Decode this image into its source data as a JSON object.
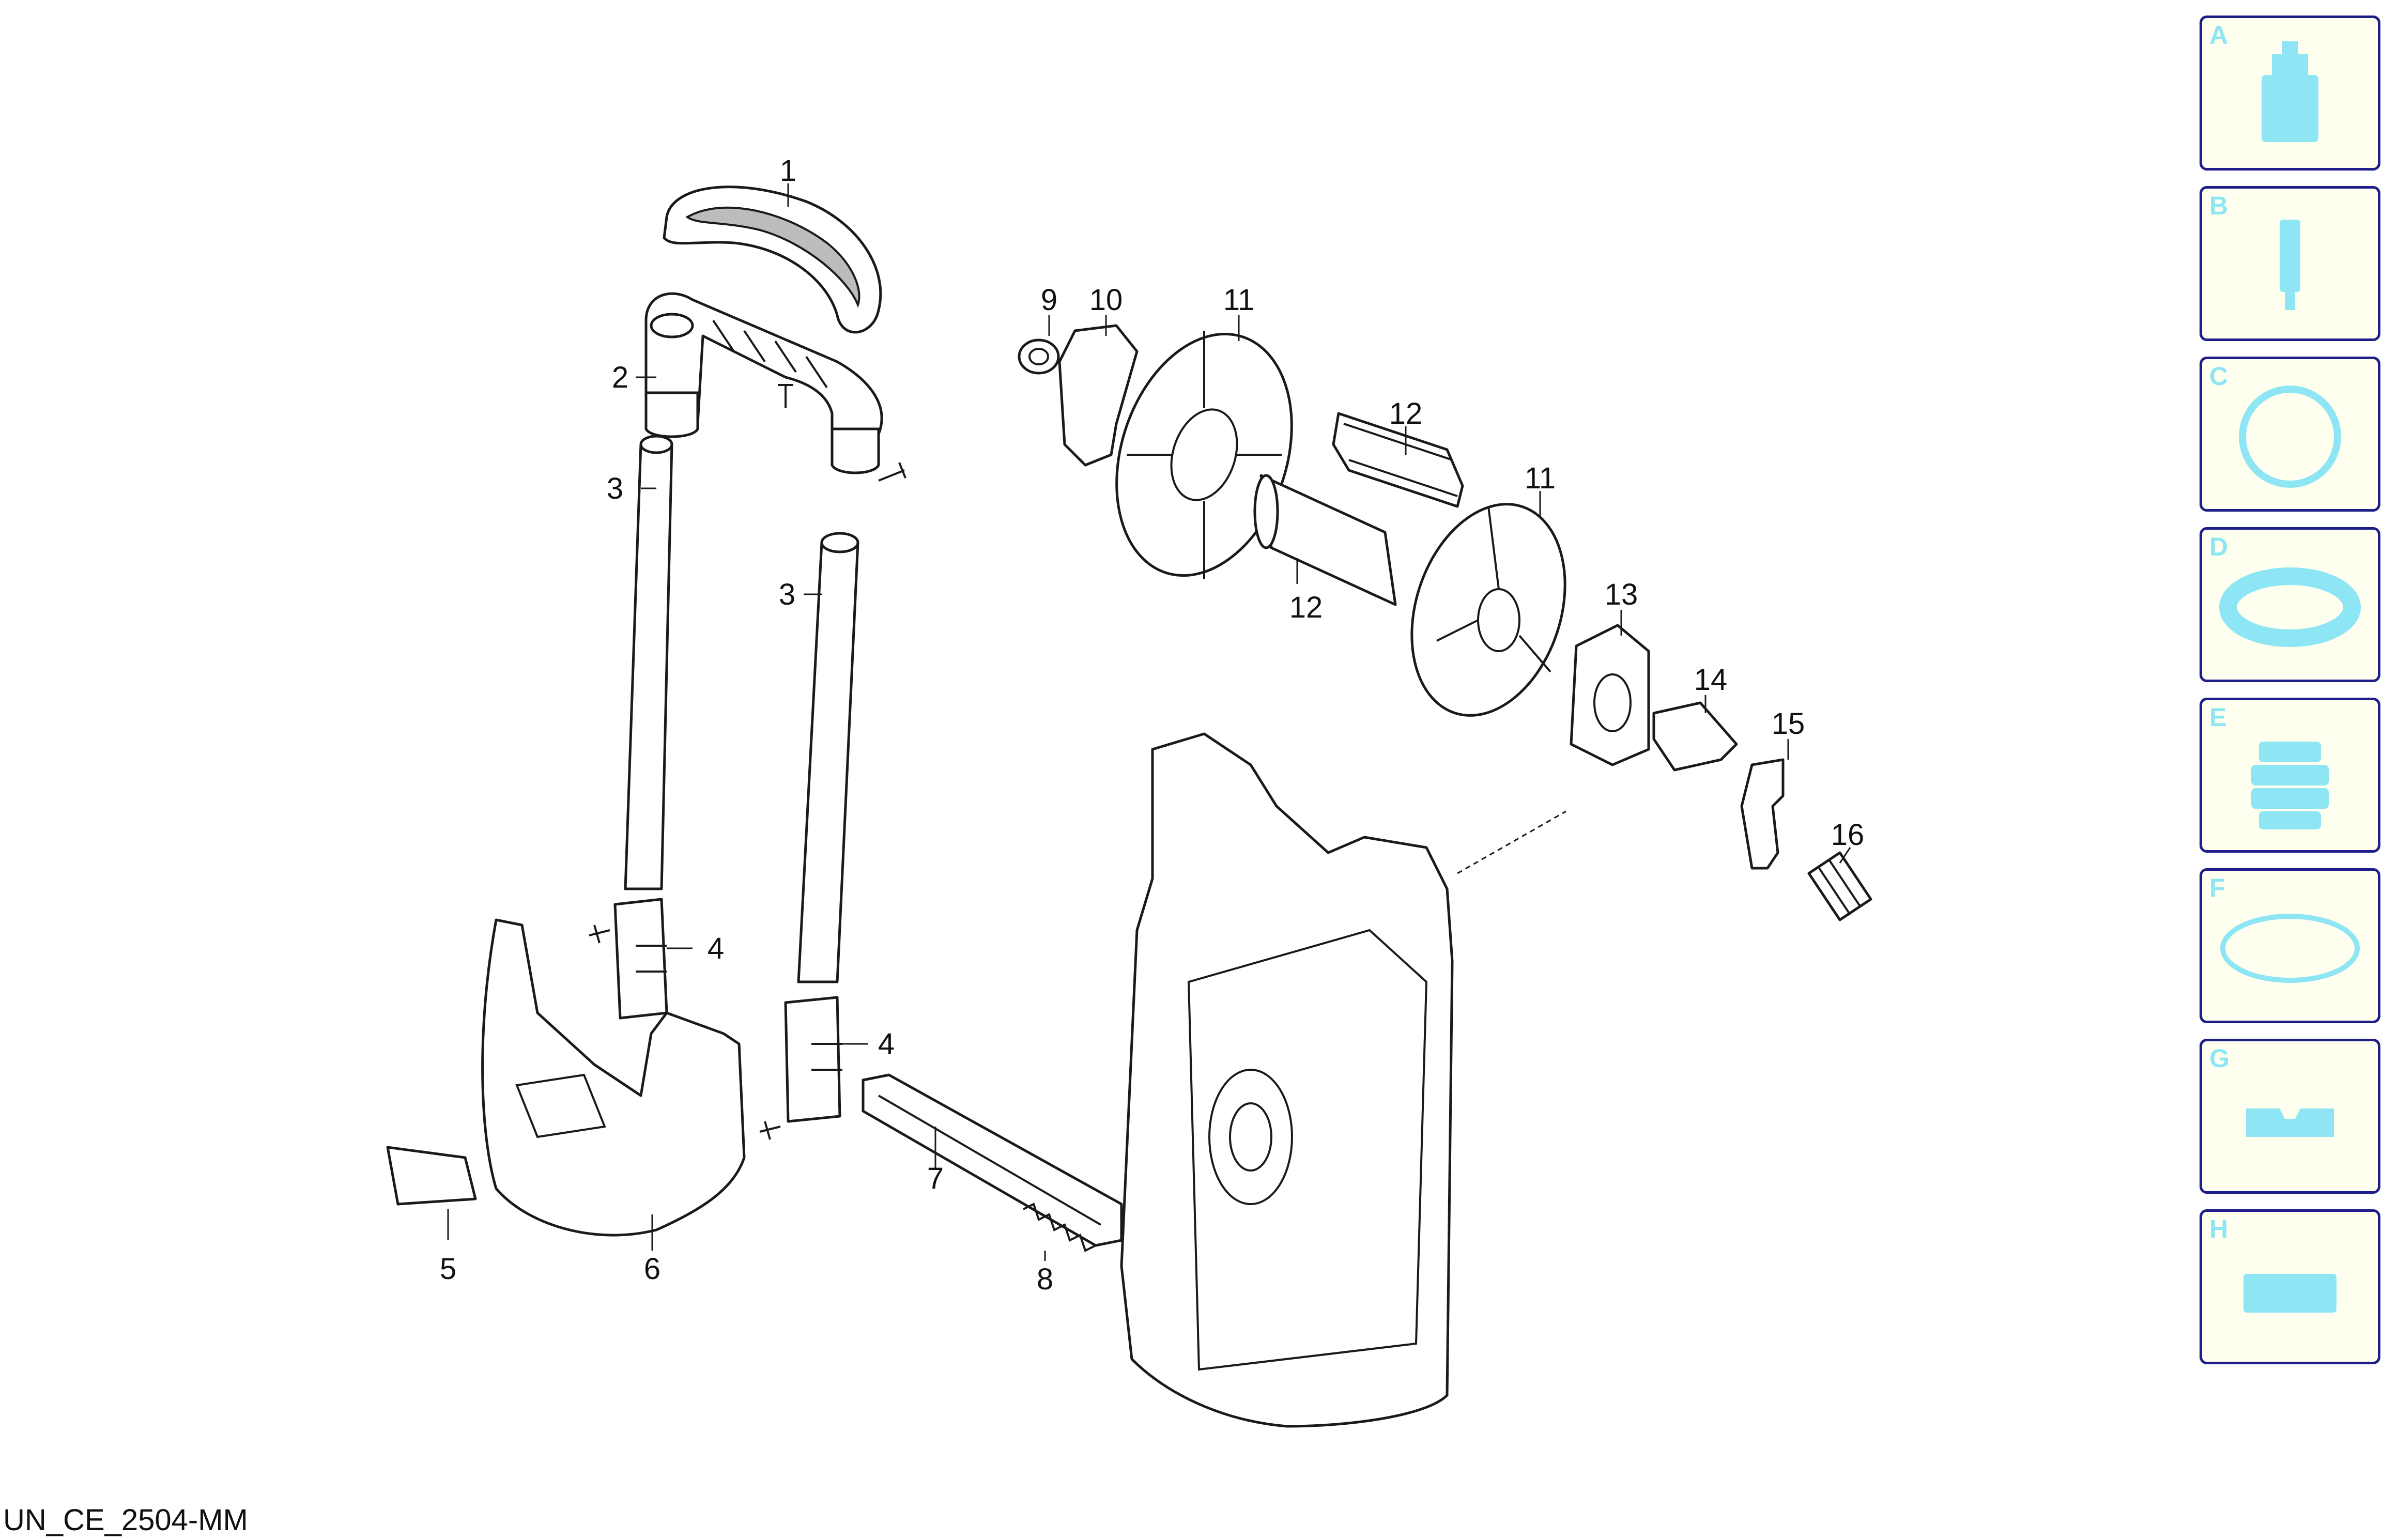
{
  "drawing_code": "UN_CE_2504-MM",
  "callouts": {
    "c1": "1",
    "c2": "2",
    "c3a": "3",
    "c3b": "3",
    "c4a": "4",
    "c4b": "4",
    "c5": "5",
    "c6": "6",
    "c7": "7",
    "c8": "8",
    "c9": "9",
    "c10": "10",
    "c11a": "11",
    "c11b": "11",
    "c12a": "12",
    "c12b": "12",
    "c13": "13",
    "c14": "14",
    "c15": "15",
    "c16": "16"
  },
  "thumbnails": [
    {
      "letter": "A",
      "icon": "nozzle-adapter-icon"
    },
    {
      "letter": "B",
      "icon": "pin-icon"
    },
    {
      "letter": "C",
      "icon": "ring-icon"
    },
    {
      "letter": "D",
      "icon": "seal-icon"
    },
    {
      "letter": "E",
      "icon": "coupling-icon"
    },
    {
      "letter": "F",
      "icon": "o-ring-icon"
    },
    {
      "letter": "G",
      "icon": "gasket-icon"
    },
    {
      "letter": "H",
      "icon": "filter-icon"
    }
  ],
  "colors": {
    "thumb_icon": "#8ee6f4",
    "thumb_border": "#1e1e8a",
    "thumb_bg": "#fffff0"
  }
}
